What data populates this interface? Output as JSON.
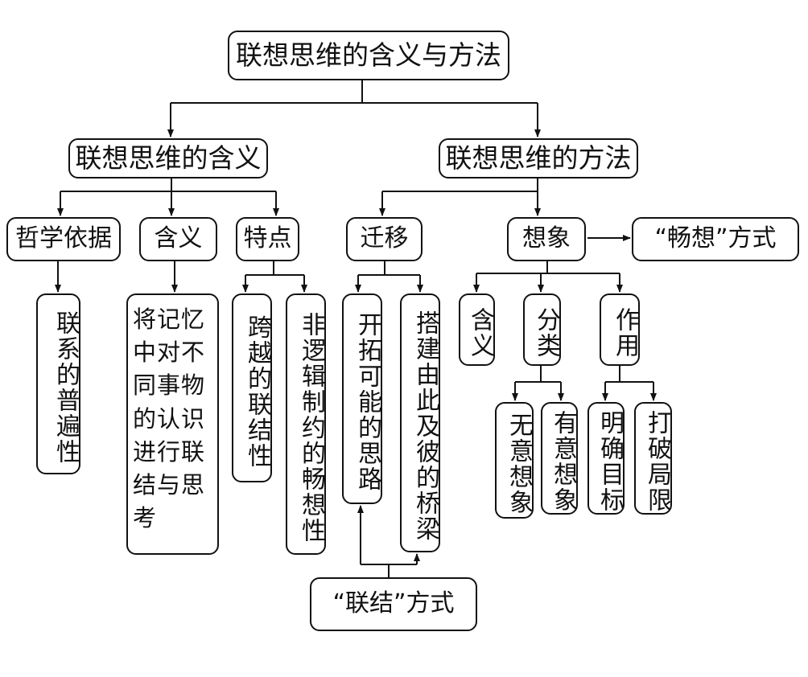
{
  "root": "联想思维的含义与方法",
  "meaning": {
    "title": "联想思维的含义",
    "basis": "哲学依据",
    "basis_detail": "联系的普遍性",
    "definition": "含义",
    "definition_lines": [
      "将记忆",
      "中对不",
      "同事物",
      "的认识",
      "进行联",
      "结与思",
      "考"
    ],
    "features": "特点",
    "feature_1": "跨越的联结性",
    "feature_2": "非逻辑制约的畅想性"
  },
  "method": {
    "title": "联想思维的方法",
    "transfer": "迁移",
    "transfer_1": "开拓可能的思路",
    "transfer_2": "搭建由此及彼的桥梁",
    "link_mode": "“联结”方式",
    "imagination": "想象",
    "free_mode": "“畅想”方式",
    "img_meaning": "含义",
    "img_types": "分类",
    "type_1": "无意想象",
    "type_2": "有意想象",
    "img_role": "作用",
    "role_1": "明确目标",
    "role_2": "打破局限"
  }
}
